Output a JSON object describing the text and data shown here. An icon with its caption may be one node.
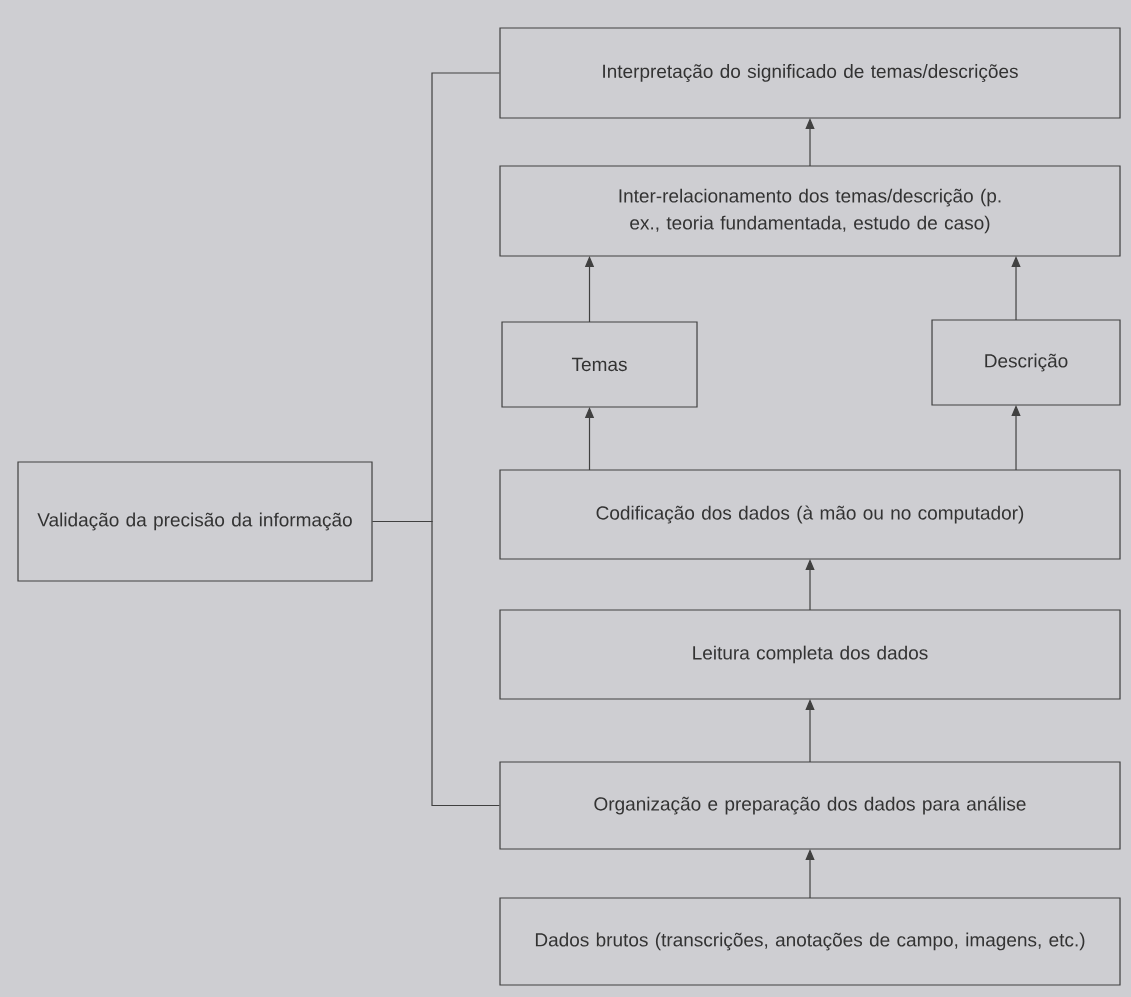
{
  "diagram": {
    "nodes": [
      {
        "text": [
          "Interpretação do significado de temas/descrições"
        ]
      },
      {
        "text": [
          "Inter-relacionamento dos temas/descrição (p. ex., teoria fundamentada, estudo de caso)"
        ]
      },
      {
        "text": [
          "Temas"
        ]
      },
      {
        "text": [
          "Descrição"
        ]
      },
      {
        "text": [
          "Validação da precisão da informação"
        ]
      },
      {
        "text": [
          "Codificação dos dados (à mão ou no computador)"
        ]
      },
      {
        "text": [
          "Leitura completa dos dados"
        ]
      },
      {
        "text": [
          "Organização e preparação dos dados para análise"
        ]
      },
      {
        "text": [
          "Dados brutos (transcrições, anotações de campo, imagens, etc.)"
        ]
      }
    ],
    "edges": [
      {
        "from": 8,
        "to": 7,
        "arrow": "to"
      },
      {
        "from": 7,
        "to": 6,
        "arrow": "to"
      },
      {
        "from": 6,
        "to": 5,
        "arrow": "to"
      },
      {
        "from": 5,
        "to": 2,
        "arrow": "to"
      },
      {
        "from": 5,
        "to": 3,
        "arrow": "to"
      },
      {
        "from": 2,
        "to": 1,
        "arrow": "to"
      },
      {
        "from": 3,
        "to": 1,
        "arrow": "to"
      },
      {
        "from": 1,
        "to": 0,
        "arrow": "to"
      },
      {
        "from": 4,
        "to": 0,
        "arrow": "none"
      },
      {
        "from": 4,
        "to": 7,
        "arrow": "none"
      }
    ]
  }
}
